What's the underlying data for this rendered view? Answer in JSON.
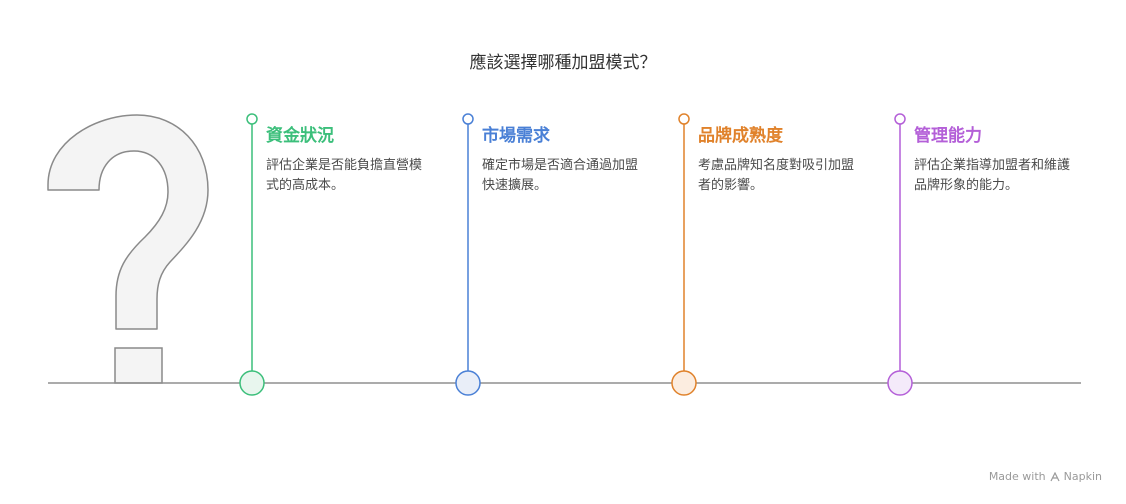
{
  "title": "應該選擇哪種加盟模式？",
  "items": [
    {
      "title": "資金狀況",
      "description": "評估企業是否能負擔直營模式的高成本。",
      "color": "#3cbf7b",
      "fill": "#e8f6ee"
    },
    {
      "title": "市場需求",
      "description": "確定市場是否適合通過加盟快速擴展。",
      "color": "#4a80d6",
      "fill": "#e9eef8"
    },
    {
      "title": "品牌成熟度",
      "description": "考慮品牌知名度對吸引加盟者的影響。",
      "color": "#e0822b",
      "fill": "#fcede0"
    },
    {
      "title": "管理能力",
      "description": "評估企業指導加盟者和維護品牌形象的能力。",
      "color": "#b45fd8",
      "fill": "#f4eafa"
    }
  ],
  "icons": {
    "question": "question-mark-icon",
    "brand": "napkin-logo-icon"
  },
  "watermark": {
    "made_with": "Made with",
    "brand": "Napkin"
  }
}
